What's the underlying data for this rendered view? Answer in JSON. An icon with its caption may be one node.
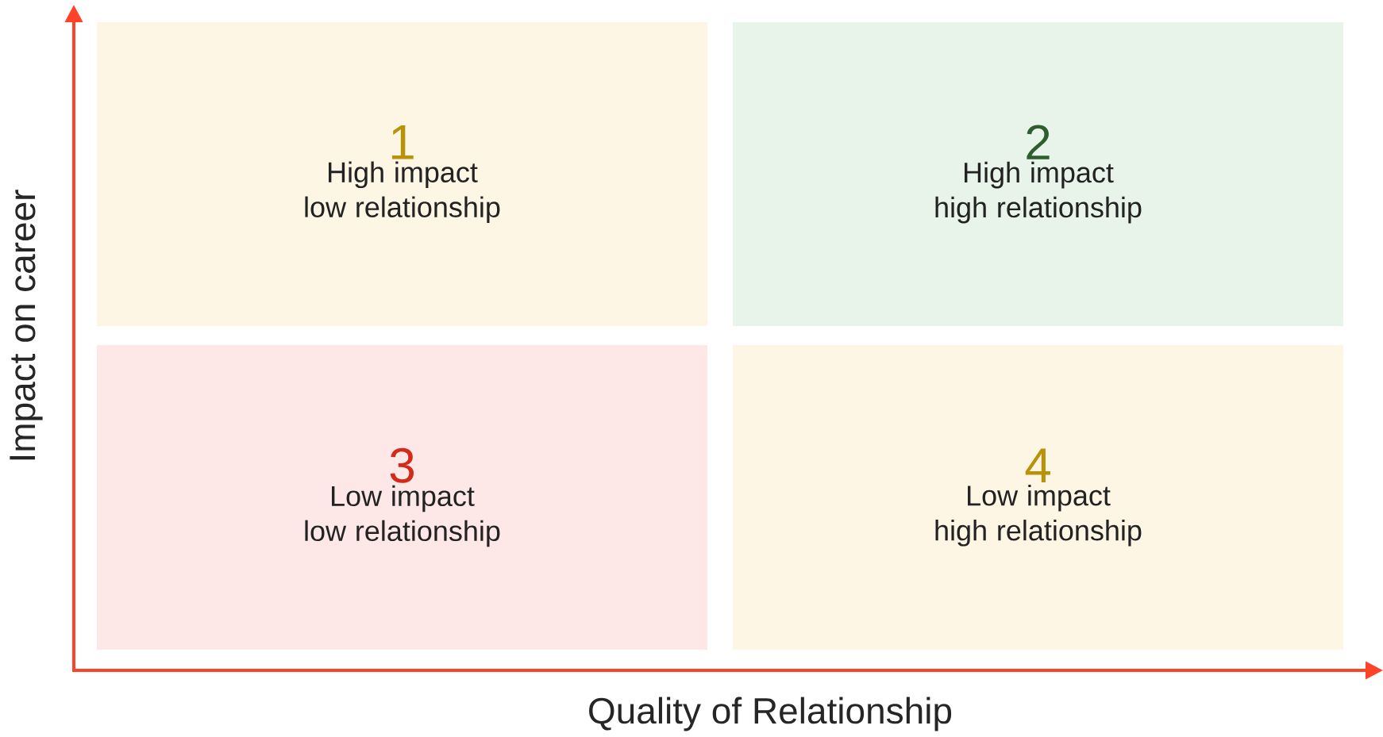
{
  "diagram": {
    "nodes": [
      {
        "text": [
          "1",
          "High impact low relationship"
        ]
      },
      {
        "text": [
          "2",
          "High impact high relationship"
        ]
      },
      {
        "text": [
          "3",
          "Low impact low relationship"
        ]
      },
      {
        "text": [
          "4",
          "Low impact high relationship"
        ]
      }
    ],
    "labels": [
      "Impact on career",
      "Quality of Relationship"
    ]
  }
}
